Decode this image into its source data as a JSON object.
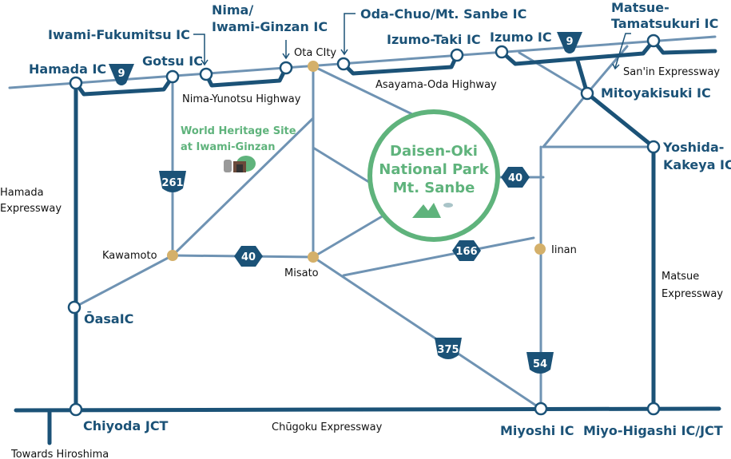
{
  "interchanges": {
    "hamada": "Hamada IC",
    "iwami_fukumitsu": "Iwami-Fukumitsu IC",
    "gotsu": "Gotsu IC",
    "nima_1": "Nima/",
    "nima_2": "Iwami-Ginzan IC",
    "oda_chuo": "Oda-Chuo/Mt. Sanbe IC",
    "izumo_taki": "Izumo-Taki IC",
    "izumo": "Izumo IC",
    "matsue_1": "Matsue-",
    "matsue_2": "Tamatsukuri IC",
    "mitoyakisuki": "Mitoyakisuki IC",
    "yoshida_1": "Yoshida-",
    "yoshida_2": "Kakeya IC",
    "oasa": "ŌasaIC",
    "chiyoda": "Chiyoda JCT",
    "miyoshi": "Miyoshi IC",
    "miyo_higashi": "Miyo-Higashi IC/JCT"
  },
  "roads": {
    "nima_yunotsu": "Nima-Yunotsu Highway",
    "asayama_oda": "Asayama-Oda Highway",
    "sanin": "San'in Expressway",
    "hamada_1": "Hamada",
    "hamada_2": "Expressway",
    "matsue_1": "Matsue",
    "matsue_2": "Expressway",
    "chugoku": "Chūgoku Expressway",
    "hiroshima": "Towards Hiroshima"
  },
  "places": {
    "ota": "Ota CIty",
    "kawamoto": "Kawamoto",
    "misato": "Misato",
    "iinan": "Iinan"
  },
  "heritage": {
    "line1": "World Heritage Site",
    "line2": "at Iwami-Ginzan"
  },
  "park": {
    "line1": "Daisen-Oki",
    "line2": "National Park",
    "line3": "Mt. Sanbe"
  },
  "route_numbers": {
    "r9a": "9",
    "r9b": "9",
    "r261": "261",
    "r40a": "40",
    "r40b": "40",
    "r166": "166",
    "r375": "375",
    "r54": "54"
  },
  "colors": {
    "dark": "#1b5277",
    "light": "#6f93b3",
    "green": "#5fb37c",
    "gold": "#d4b06a"
  }
}
